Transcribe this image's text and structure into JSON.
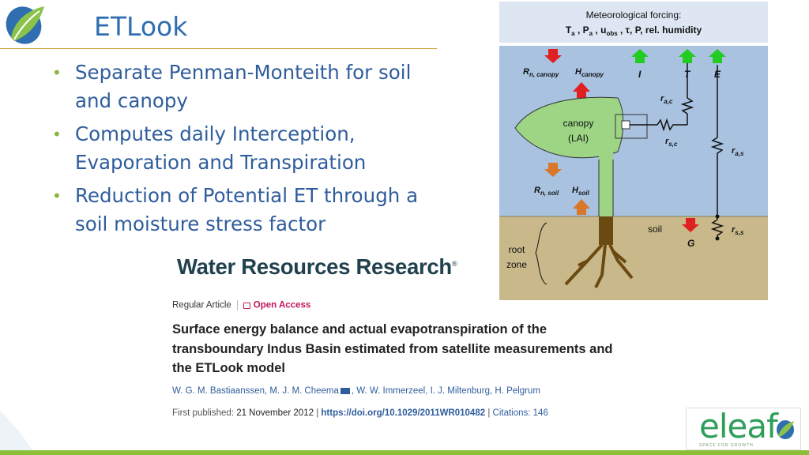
{
  "slide": {
    "title": "ETLook",
    "bullets": [
      "Separate Penman-Monteith for soil and canopy",
      "Computes daily Interception, Evaporation and Transpiration",
      "Reduction of Potential ET through a soil moisture stress factor"
    ]
  },
  "journal": {
    "name": "Water Resources Research",
    "trademark": "®"
  },
  "article": {
    "type": "Regular Article",
    "access": "Open Access",
    "title": "Surface energy balance and actual evapotranspiration of the transboundary Indus Basin estimated from satellite measurements and the ETLook model",
    "authors_a": "W. G. M. Bastiaanssen, M. J. M. Cheema",
    "authors_b": ", W. W. Immerzeel, I. J. Miltenburg, H. Pelgrum",
    "first_published_label": "First published:",
    "first_published": "21 November 2012",
    "doi": "https://doi.org/10.1029/2011WR010482",
    "citations": "Citations: 146"
  },
  "diagram": {
    "forcing_title": "Meteorological forcing:",
    "labels": {
      "canopy": "canopy",
      "lai": "(LAI)",
      "soil": "soil",
      "root": "root",
      "zone": "zone",
      "I": "I",
      "T": "T",
      "E": "E",
      "G": "G"
    }
  },
  "logo": {
    "name": "eleaf",
    "tagline": "SPACE FOR GROWTH"
  },
  "colors": {
    "title": "#2f6fb0",
    "bullet": "#8bb43a",
    "sky": "#a8c2e0",
    "soil": "#c9b98a",
    "plant": "#9dd585",
    "arrow_red": "#e02020",
    "arrow_green": "#22cc22",
    "arrow_orange": "#d9772a"
  }
}
